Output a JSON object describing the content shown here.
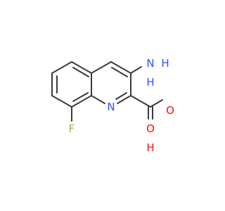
{
  "atoms": {
    "nh2": {
      "n": "N",
      "h": "H",
      "h2": "H",
      "color": "#3050f8"
    },
    "n_ring": {
      "text": "N",
      "color": "#3050f8"
    },
    "f": {
      "text": "F",
      "color": "#90b050"
    },
    "o_carbonyl": {
      "text": "O",
      "color": "#ff0d0d"
    },
    "oh": {
      "o": "O",
      "h": "H",
      "color": "#ff0d0d"
    }
  }
}
